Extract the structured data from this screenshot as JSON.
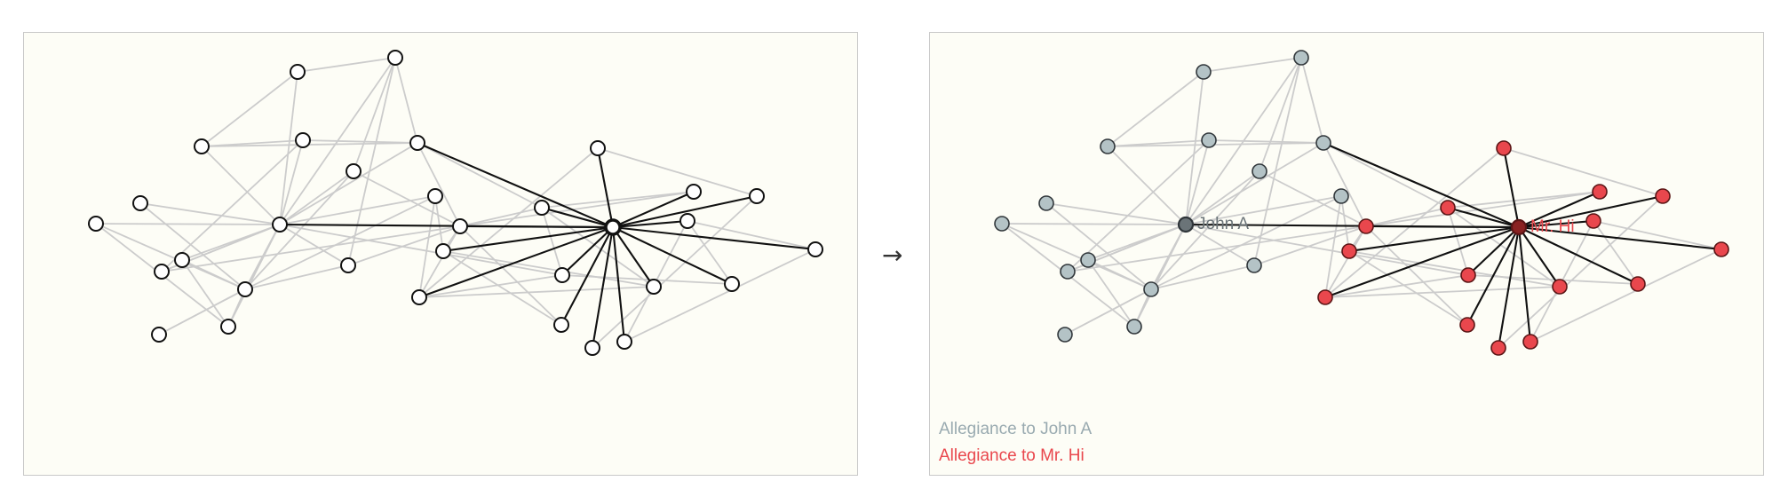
{
  "arrow_symbol": "→",
  "labels": {
    "john": "John A",
    "hi": "Mr. Hi"
  },
  "legend": {
    "john": "Allegiance to John A",
    "hi": "Allegiance to Mr. Hi"
  },
  "colors": {
    "john_fill": "#b4c3c6",
    "hi_fill": "#e9474d",
    "john_leader_fill": "#6b7478",
    "hi_leader_fill": "#8a2222",
    "john_text": "#99aab0",
    "hi_text": "#e9474d"
  },
  "graph": {
    "nodes": [
      {
        "id": 0,
        "group": "john"
      },
      {
        "id": 1,
        "group": "john"
      },
      {
        "id": 2,
        "group": "john"
      },
      {
        "id": 3,
        "group": "john"
      },
      {
        "id": 4,
        "group": "john"
      },
      {
        "id": 5,
        "group": "john"
      },
      {
        "id": 6,
        "group": "john"
      },
      {
        "id": 7,
        "group": "john"
      },
      {
        "id": 8,
        "group": "john"
      },
      {
        "id": 9,
        "group": "john"
      },
      {
        "id": 10,
        "group": "john"
      },
      {
        "id": 11,
        "group": "john"
      },
      {
        "id": 12,
        "group": "john"
      },
      {
        "id": 13,
        "group": "john"
      },
      {
        "id": 14,
        "group": "john"
      },
      {
        "id": 15,
        "group": "john"
      },
      {
        "id": 16,
        "group": "hi"
      },
      {
        "id": 17,
        "group": "hi"
      },
      {
        "id": 18,
        "group": "hi"
      },
      {
        "id": 19,
        "group": "hi"
      },
      {
        "id": 20,
        "group": "hi"
      },
      {
        "id": 21,
        "group": "hi"
      },
      {
        "id": 22,
        "group": "hi"
      },
      {
        "id": 23,
        "group": "hi"
      },
      {
        "id": 24,
        "group": "hi"
      },
      {
        "id": 25,
        "group": "hi"
      },
      {
        "id": 26,
        "group": "hi"
      },
      {
        "id": 27,
        "group": "hi"
      },
      {
        "id": 28,
        "group": "hi"
      },
      {
        "id": 29,
        "group": "hi"
      },
      {
        "id": 30,
        "group": "hi"
      },
      {
        "id": 31,
        "group": "hi"
      }
    ],
    "john_leader": 5,
    "hi_leader": 20,
    "edges": [
      [
        0,
        1
      ],
      [
        0,
        2
      ],
      [
        2,
        3
      ],
      [
        1,
        5
      ],
      [
        0,
        5
      ],
      [
        2,
        5
      ],
      [
        4,
        5
      ],
      [
        5,
        6
      ],
      [
        5,
        7
      ],
      [
        5,
        8
      ],
      [
        5,
        9
      ],
      [
        5,
        10
      ],
      [
        5,
        11
      ],
      [
        5,
        12
      ],
      [
        3,
        14
      ],
      [
        3,
        5
      ],
      [
        3,
        7
      ],
      [
        1,
        14
      ],
      [
        2,
        14
      ],
      [
        14,
        16
      ],
      [
        14,
        17
      ],
      [
        14,
        5
      ],
      [
        9,
        4
      ],
      [
        9,
        13
      ],
      [
        9,
        12
      ],
      [
        9,
        11
      ],
      [
        9,
        10
      ],
      [
        9,
        6
      ],
      [
        9,
        8
      ],
      [
        9,
        15
      ],
      [
        9,
        5
      ],
      [
        15,
        5
      ],
      [
        15,
        19
      ],
      [
        15,
        26
      ],
      [
        7,
        16
      ],
      [
        7,
        5
      ],
      [
        6,
        1
      ],
      [
        6,
        16
      ],
      [
        4,
        1
      ],
      [
        4,
        16
      ],
      [
        5,
        20
      ],
      [
        5,
        22
      ],
      [
        16,
        17
      ],
      [
        16,
        19
      ],
      [
        16,
        21
      ],
      [
        16,
        26
      ],
      [
        16,
        27
      ],
      [
        17,
        21
      ],
      [
        17,
        22
      ],
      [
        17,
        23
      ],
      [
        18,
        26
      ],
      [
        18,
        24
      ],
      [
        19,
        23
      ],
      [
        19,
        27
      ],
      [
        22,
        26
      ],
      [
        22,
        25
      ],
      [
        23,
        26
      ],
      [
        24,
        30
      ],
      [
        29,
        28
      ],
      [
        29,
        25
      ],
      [
        29,
        31
      ],
      [
        28,
        31
      ],
      [
        13,
        9
      ],
      [
        11,
        12
      ],
      [
        8,
        12
      ],
      [
        20,
        14
      ],
      [
        20,
        16
      ],
      [
        20,
        17
      ],
      [
        20,
        18
      ],
      [
        20,
        19
      ],
      [
        20,
        21
      ],
      [
        20,
        22
      ],
      [
        20,
        23
      ],
      [
        20,
        24
      ],
      [
        20,
        25
      ],
      [
        20,
        26
      ],
      [
        20,
        27
      ],
      [
        20,
        28
      ],
      [
        20,
        29
      ],
      [
        20,
        30
      ],
      [
        20,
        31
      ]
    ]
  }
}
